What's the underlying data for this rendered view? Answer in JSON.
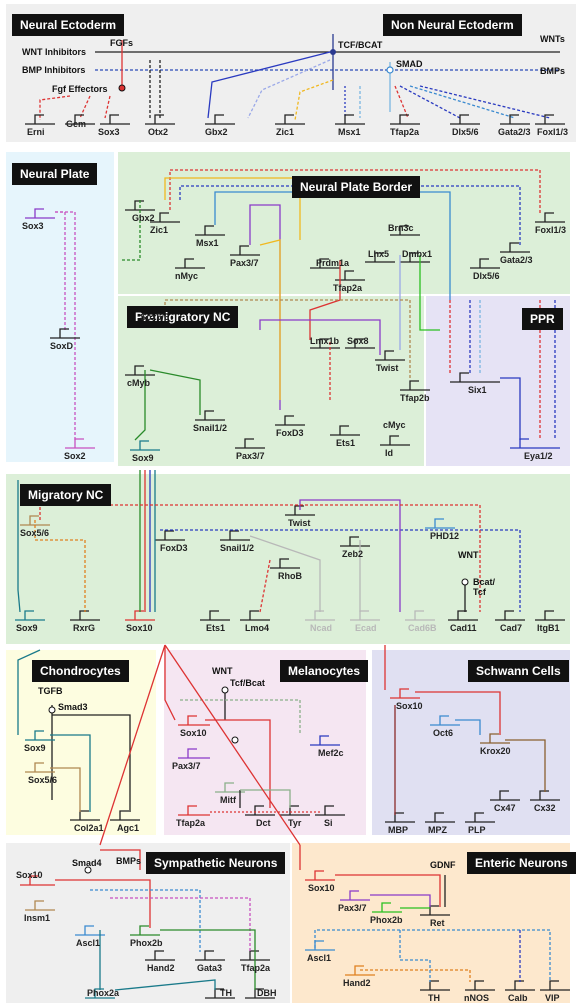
{
  "colors": {
    "neural_ectoderm_bg": "#efefef",
    "neural_plate_bg": "#e6f5fc",
    "npb_bg": "#dcefd8",
    "ppr_bg": "#e6e3f5",
    "migratory_bg": "#dcefd8",
    "chondro_bg": "#fdfde0",
    "melano_bg": "#f5e6f2",
    "schwann_bg": "#e0e0f2",
    "sympathetic_bg": "#efefef",
    "enteric_bg": "#fde8cd"
  },
  "regions": {
    "neural_ectoderm": "Neural Ectoderm",
    "non_neural_ectoderm": "Non Neural Ectoderm",
    "neural_plate": "Neural Plate",
    "neural_plate_border": "Neural Plate Border",
    "premigratory_nc": "Premigratory NC",
    "ppr": "PPR",
    "migratory_nc": "Migratory NC",
    "chondrocytes": "Chondrocytes",
    "melanocytes": "Melanocytes",
    "schwann_cells": "Schwann Cells",
    "sympathetic_neurons": "Sympathetic Neurons",
    "enteric_neurons": "Enteric Neurons"
  },
  "signals": {
    "fgfs": "FGFs",
    "wnt_inhibitors": "WNT Inhibitors",
    "bmp_inhibitors": "BMP Inhibitors",
    "fgf_effectors": "Fgf Effectors",
    "tcf_bcat": "TCF/BCAT",
    "smad": "SMAD",
    "wnts": "WNTs",
    "bmps": "BMPs",
    "wnt_migratory": "WNT",
    "bcat_tcf": "Bcat/",
    "bcat_tcf2": "Tcf",
    "tgfb": "TGFB",
    "smad3": "Smad3",
    "wnt_melano": "WNT",
    "tcf_bcat_melano": "Tcf/Bcat",
    "smad4": "Smad4",
    "bmps_symp": "BMPs",
    "gdnf": "GDNF"
  },
  "genes": {
    "ectoderm": [
      "Erni",
      "Gem",
      "Sox3",
      "Otx2",
      "Gbx2",
      "Zic1",
      "Msx1",
      "Tfap2a",
      "Dlx5/6",
      "Gata2/3",
      "FoxI1/3"
    ],
    "neural_plate": [
      "Sox3",
      "SoxD",
      "Sox2"
    ],
    "npb": [
      "Gbx2",
      "Zic1",
      "Msx1",
      "Pax3/7",
      "nMyc",
      "Prdm1a",
      "Lhx5",
      "Brn3c",
      "Dmbx1",
      "Tfap2a",
      "Dlx5/6",
      "Gata2/3",
      "FoxI1/3"
    ],
    "premigratory": [
      "Sox5/6",
      "cMyb",
      "Sox9",
      "Snail1/2",
      "Pax3/7",
      "FoxD3",
      "Lmx1b",
      "Sox8",
      "Twist",
      "Tfap2b",
      "cMyc",
      "Id",
      "Ets1"
    ],
    "ppr": [
      "Six1",
      "Eya1/2"
    ],
    "migratory": [
      "Sox5/6",
      "Twist",
      "PHD12",
      "FoxD3",
      "Snail1/2",
      "Zeb2",
      "RhoB",
      "Sox9",
      "RxrG",
      "Sox10",
      "Ets1",
      "Lmo4",
      "Ncad",
      "Ecad",
      "Cad6B",
      "Cad11",
      "Cad7",
      "ItgB1"
    ],
    "chondro": [
      "Sox9",
      "Sox5/6",
      "Col2a1",
      "Agc1"
    ],
    "melano": [
      "Sox10",
      "Pax3/7",
      "Mitf",
      "Mef2c",
      "Tfap2a",
      "Dct",
      "Tyr",
      "Si"
    ],
    "schwann": [
      "Sox10",
      "Oct6",
      "Krox20",
      "Cx47",
      "Cx32",
      "MBP",
      "MPZ",
      "PLP"
    ],
    "symp": [
      "Sox10",
      "Insm1",
      "Ascl1",
      "Phox2b",
      "Hand2",
      "Gata3",
      "Tfap2a",
      "Phox2a",
      "TH",
      "DBH"
    ],
    "enteric": [
      "Sox10",
      "Pax3/7",
      "Phox2b",
      "Ret",
      "Ascl1",
      "Hand2",
      "TH",
      "nNOS",
      "Calb",
      "VIP"
    ]
  }
}
